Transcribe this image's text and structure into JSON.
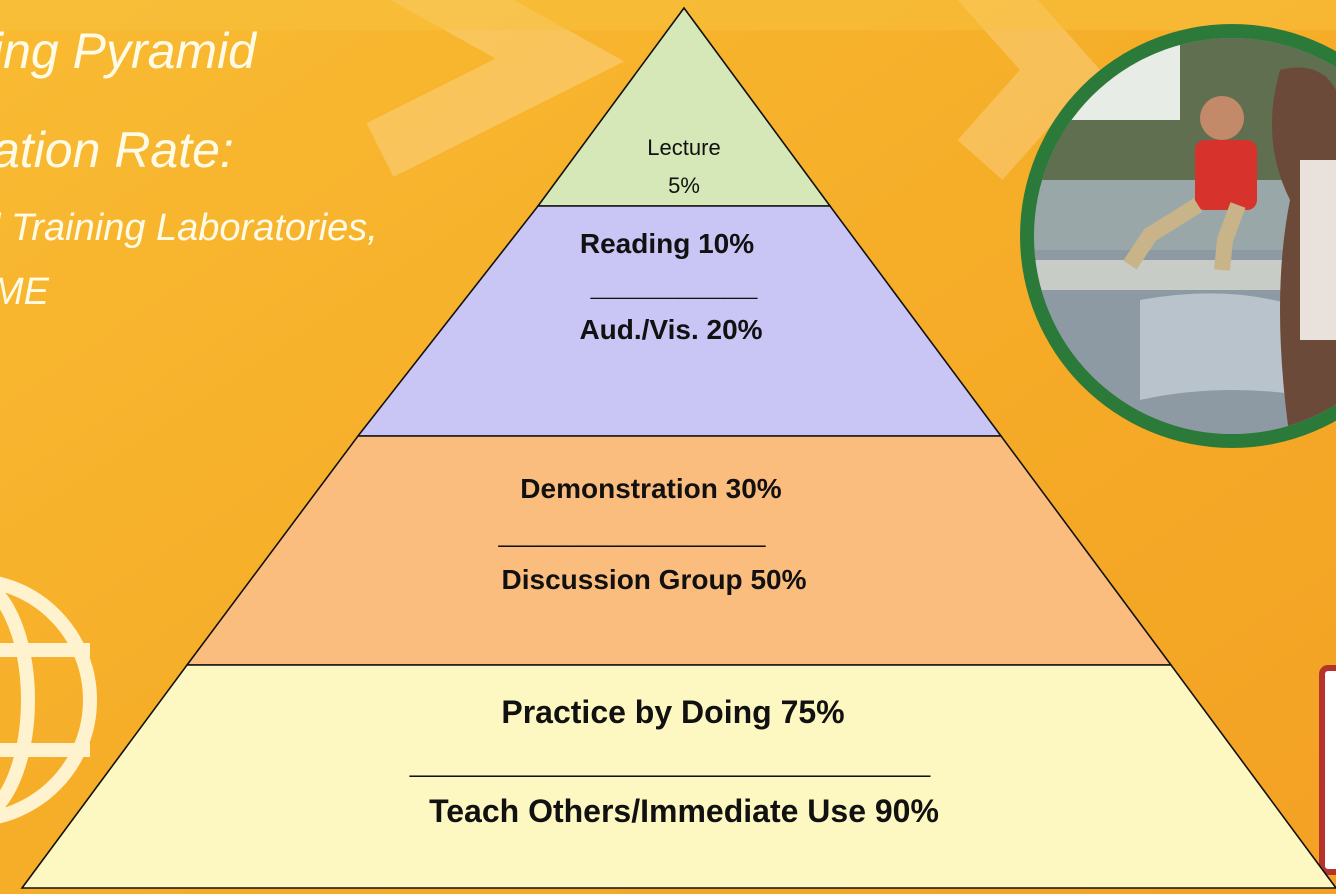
{
  "title": {
    "line1": "ing Pyramid",
    "line2": "ation Rate:",
    "line3": "l Training Laboratories,",
    "line4": "ME"
  },
  "pyramid": {
    "tier1": {
      "label": "Lecture",
      "value": "5%"
    },
    "tier2": {
      "line1": "Reading 10%",
      "separator": "_______________",
      "line2": "Aud./Vis. 20%"
    },
    "tier3": {
      "line1": "Demonstration  30%",
      "separator": "____________________",
      "line2": "Discussion Group  50%"
    },
    "tier4": {
      "line1": "Practice by Doing  75%",
      "separator": "_______________________________________",
      "line2": "Teach Others/Immediate Use 90%"
    }
  },
  "colors": {
    "background": "#f6b12c",
    "tier1": "#d6e8b8",
    "tier2": "#c9c6f6",
    "tier3": "#fbbd7e",
    "tier4": "#fdf7c1",
    "photo_ring": "#2c7a3a"
  },
  "icons": {
    "globe": "globe-icon",
    "photo": "photo-icon"
  }
}
